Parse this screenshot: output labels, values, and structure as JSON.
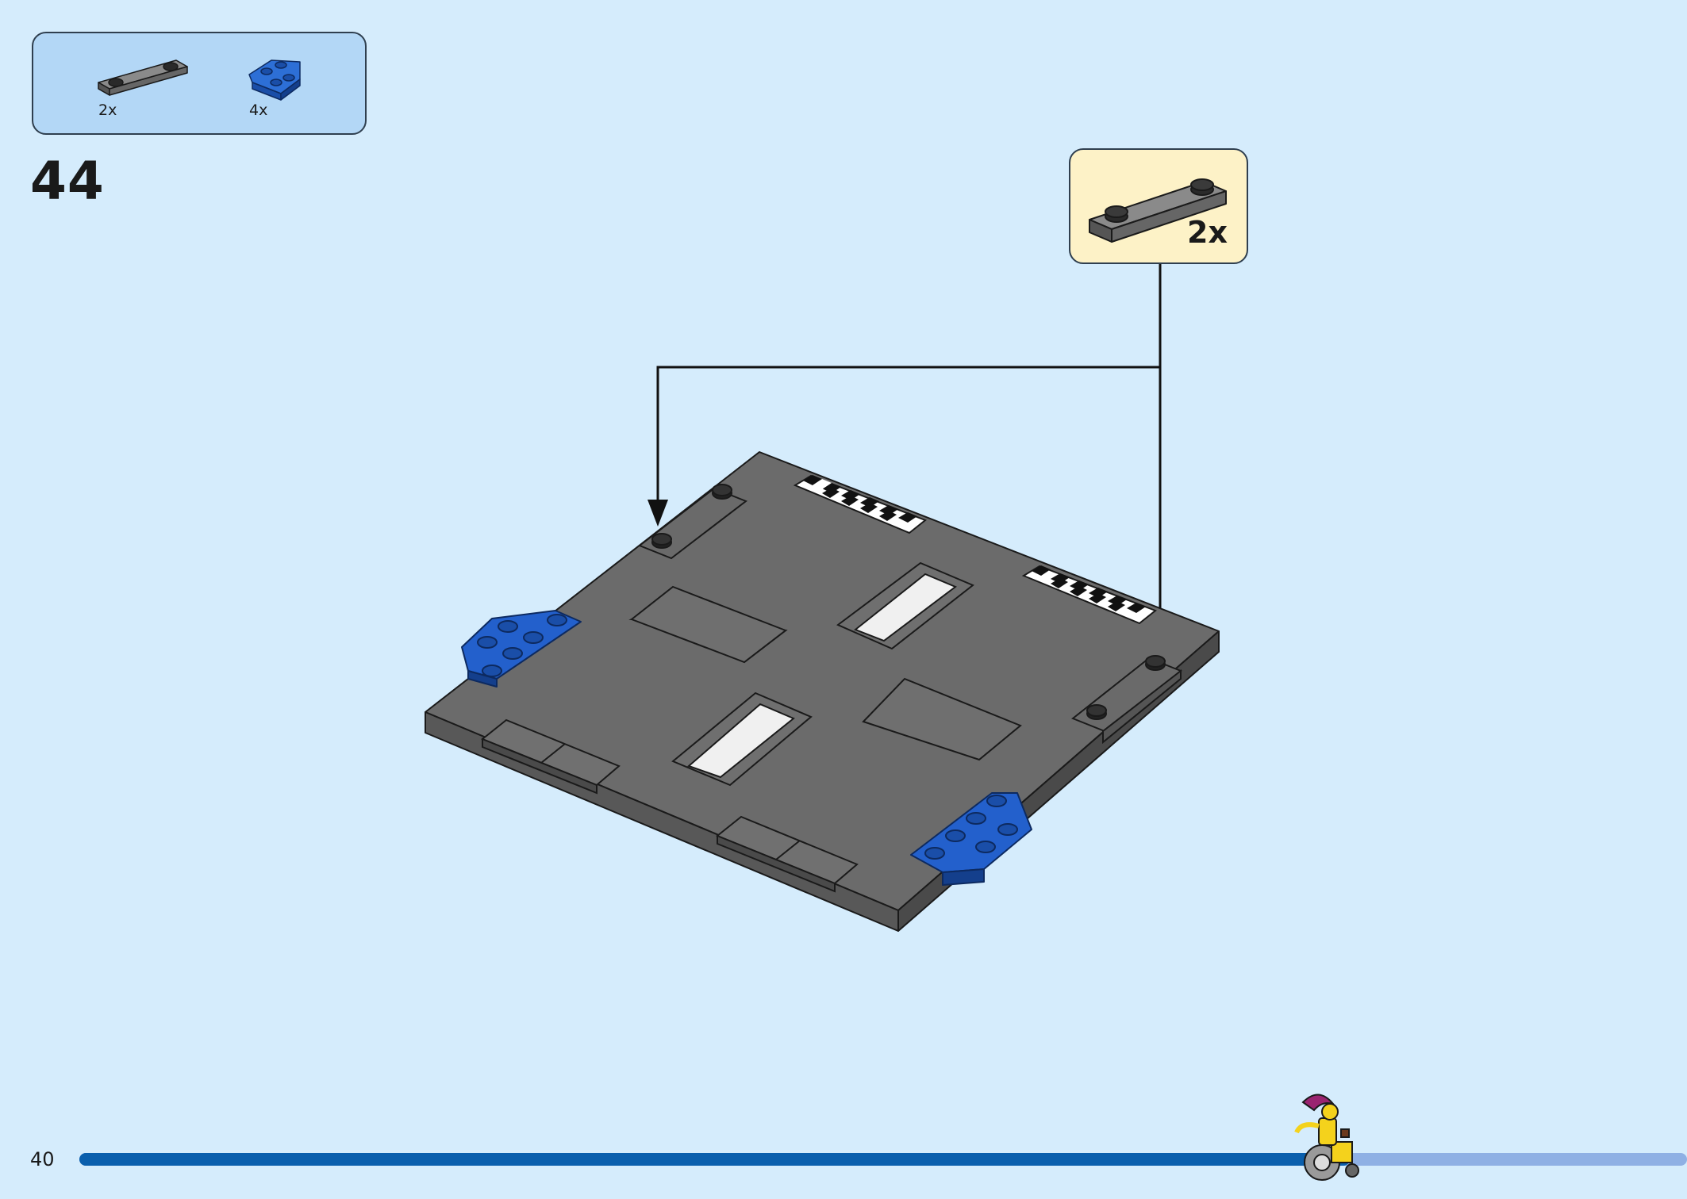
{
  "parts_list": {
    "items": [
      {
        "name": "gray-plate-1x4",
        "quantity": "2x",
        "color": "#6e6e6e"
      },
      {
        "name": "blue-wedge-plate",
        "quantity": "4x",
        "color": "#1f5ec7"
      }
    ]
  },
  "step": {
    "number": "44"
  },
  "callout": {
    "quantity": "2x",
    "part": "gray-plate-1x4"
  },
  "footer": {
    "page_number": "40",
    "progress": 0.79,
    "progress_color": "#0a5fad",
    "track_color": "#8fb0e4"
  },
  "colors": {
    "background": "#d5ecfc",
    "baseplate": "#6b6b6b",
    "blue_brick": "#1f5ec7",
    "gray_brick": "#6e6e6e"
  }
}
